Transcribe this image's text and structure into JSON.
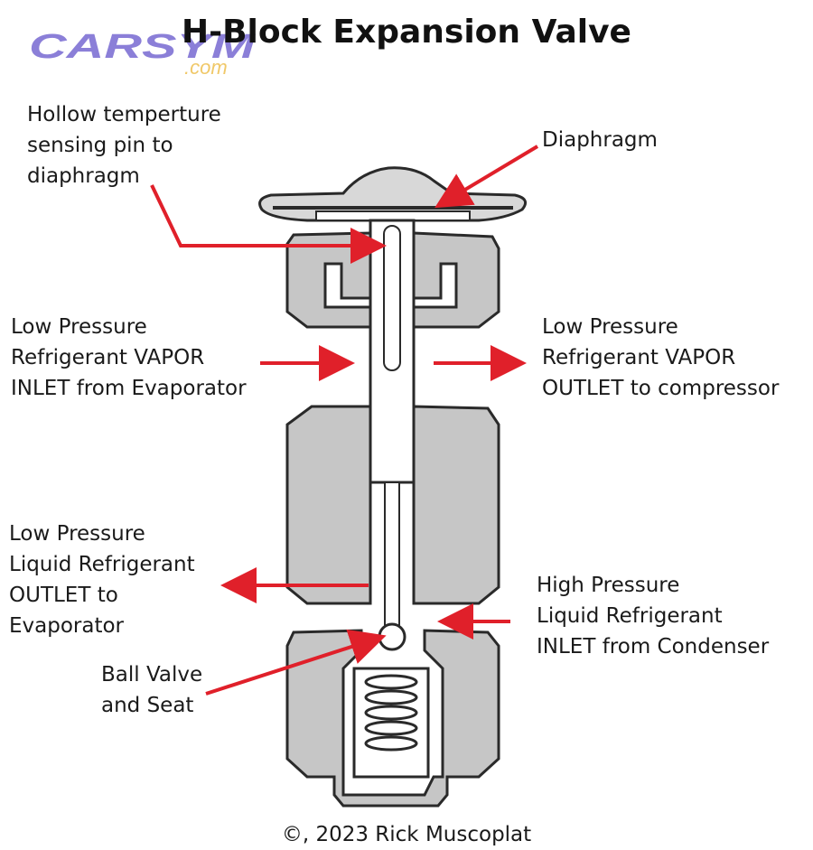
{
  "title": "H-Block Expansion Valve",
  "logo": {
    "main": "CARSYM",
    "sub": ".com"
  },
  "labels": {
    "pin": "Hollow temperture\nsensing pin to\ndiaphragm",
    "diaphragm": "Diaphragm",
    "vapor_inlet": "Low Pressure\nRefrigerant VAPOR\nINLET from Evaporator",
    "vapor_outlet": "Low Pressure\nRefrigerant VAPOR\nOUTLET to compressor",
    "liquid_outlet": "Low Pressure\nLiquid Refrigerant\nOUTLET to\nEvaporator",
    "liquid_inlet": "High Pressure\nLiquid Refrigerant\nINLET from Condenser",
    "ball_valve": "Ball Valve\nand Seat"
  },
  "copyright": "©, 2023 Rick Muscoplat",
  "colors": {
    "body": "#c6c6c6",
    "outline": "#2a2a2a",
    "arrow": "#e0202a",
    "logo": "#8b7fd8",
    "logo_sub": "#f0c868"
  }
}
